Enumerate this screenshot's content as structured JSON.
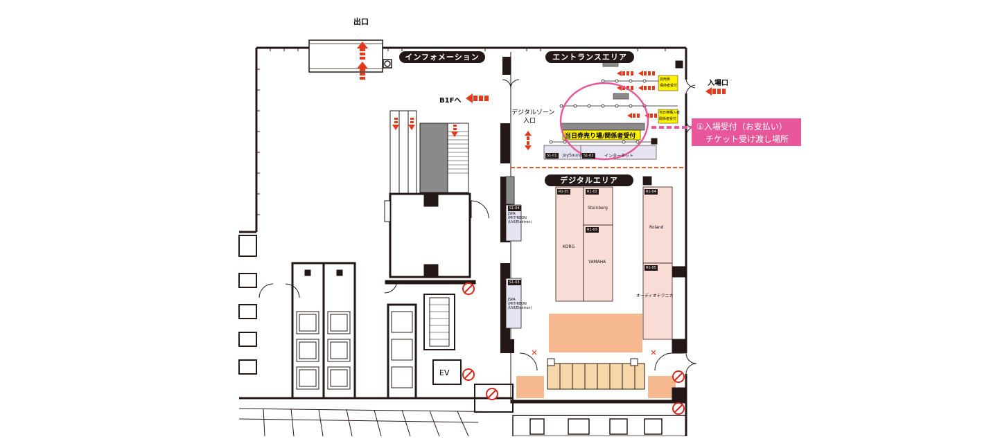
{
  "labels": {
    "exit": "出口",
    "information": "インフォメーション",
    "entrance_area": "エントランスエリア",
    "entry_gate": "入場口",
    "to_b1f": "B1Fへ",
    "digital_zone_entrance_line1": "デジタルゾーン",
    "digital_zone_entrance_line2": "入口",
    "digital_area": "デジタルエリア",
    "ev": "EV"
  },
  "entrance": {
    "advance_ticket_line1": "前売券",
    "advance_ticket_line2": "保持者受付",
    "sameday_line1": "当日券購入者",
    "sameday_line2": "関係者受付",
    "counter_label": "当日券売り場/関係者受付"
  },
  "callout": {
    "line1": "①入場受付（お支払い）",
    "line2": "チケット受け渡し場所",
    "color": "#e8579a"
  },
  "booths": [
    {
      "id": "S1-01",
      "name": "JoySound"
    },
    {
      "id": "S1-02",
      "name": "インターネット"
    },
    {
      "id": "S1-04",
      "name": "JSPA\n(MI7/REON\n/UVI/Elektron)"
    },
    {
      "id": "S1-03",
      "name": "JSPA\n(MI7/REON\n/UVI/Elektron)"
    },
    {
      "id": "R1-01",
      "name": "KORG"
    },
    {
      "id": "R1-02",
      "name": "Steinberg"
    },
    {
      "id": "R1-03",
      "name": "YAMAHA"
    },
    {
      "id": "R1-04",
      "name": "Roland"
    },
    {
      "id": "R1-05",
      "name": "オーディオテクニカ"
    }
  ],
  "colors": {
    "wall": "#231815",
    "arrow": "#e33a1c",
    "booth_fill": "#f9dcd6",
    "stage_fill": "#f6b98f",
    "yellow": "#fff200",
    "lavender": "#e6e3f2",
    "dash_red": "#e8582a"
  }
}
